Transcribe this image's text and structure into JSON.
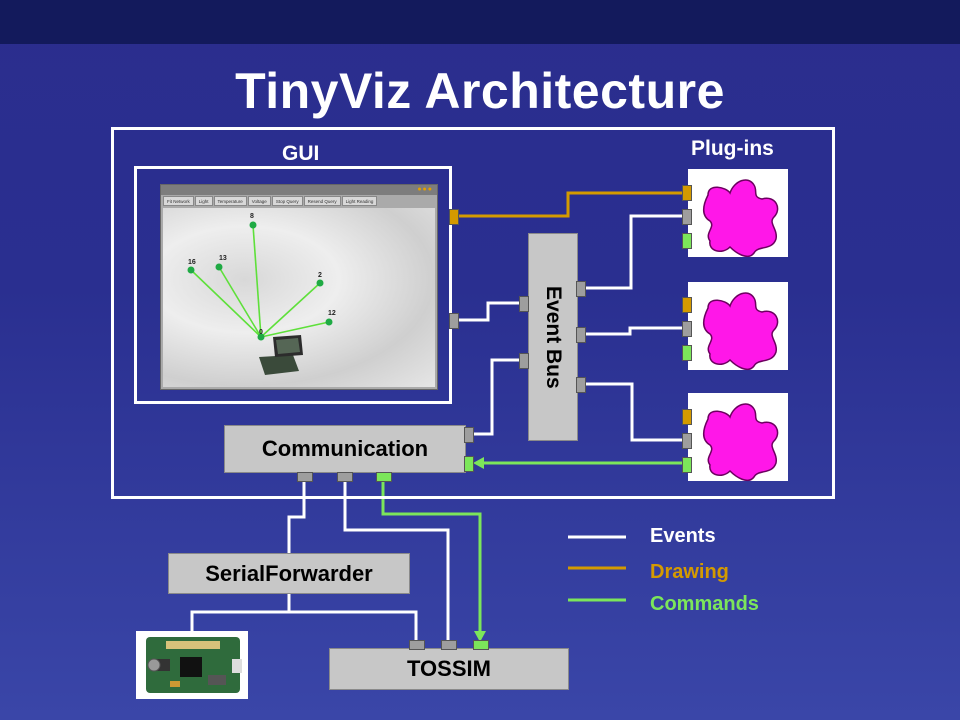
{
  "title": "TinyViz Architecture",
  "labels": {
    "gui": "GUI",
    "plugins": "Plug-ins",
    "event_bus": "Event Bus",
    "communication": "Communication",
    "serial_forwarder": "SerialForwarder",
    "tossim": "TOSSIM"
  },
  "screenshot": {
    "tabs": [
      "Fit Network",
      "Light",
      "Temperature",
      "Voltage",
      "Stop Query",
      "Resend Query",
      "Light Reading"
    ],
    "node_labels": [
      "8",
      "16",
      "13",
      "2",
      "12",
      "0"
    ]
  },
  "legend": [
    {
      "label": "Events",
      "color": "#ffffff"
    },
    {
      "label": "Drawing",
      "color": "#d49a00"
    },
    {
      "label": "Commands",
      "color": "#7ce65a"
    }
  ],
  "colors": {
    "events": "#ffffff",
    "drawing": "#d49a00",
    "commands": "#7ce65a",
    "plugin": "#ff17e8"
  }
}
